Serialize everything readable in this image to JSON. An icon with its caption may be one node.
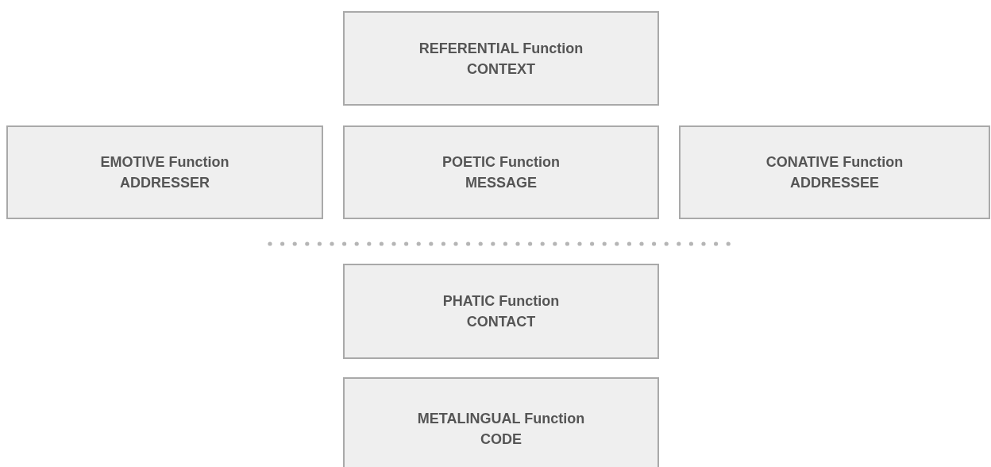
{
  "diagram": {
    "nodes": [
      {
        "text": [
          "REFERENTIAL Function",
          "CONTEXT"
        ]
      },
      {
        "text": [
          "EMOTIVE Function",
          "ADDRESSER"
        ]
      },
      {
        "text": [
          "POETIC Function",
          "MESSAGE"
        ]
      },
      {
        "text": [
          "CONATIVE Function",
          "ADDRESSEE"
        ]
      },
      {
        "text": [
          "PHATIC Function",
          "CONTACT"
        ]
      },
      {
        "text": [
          "METALINGUAL Function",
          "CODE"
        ]
      }
    ]
  }
}
